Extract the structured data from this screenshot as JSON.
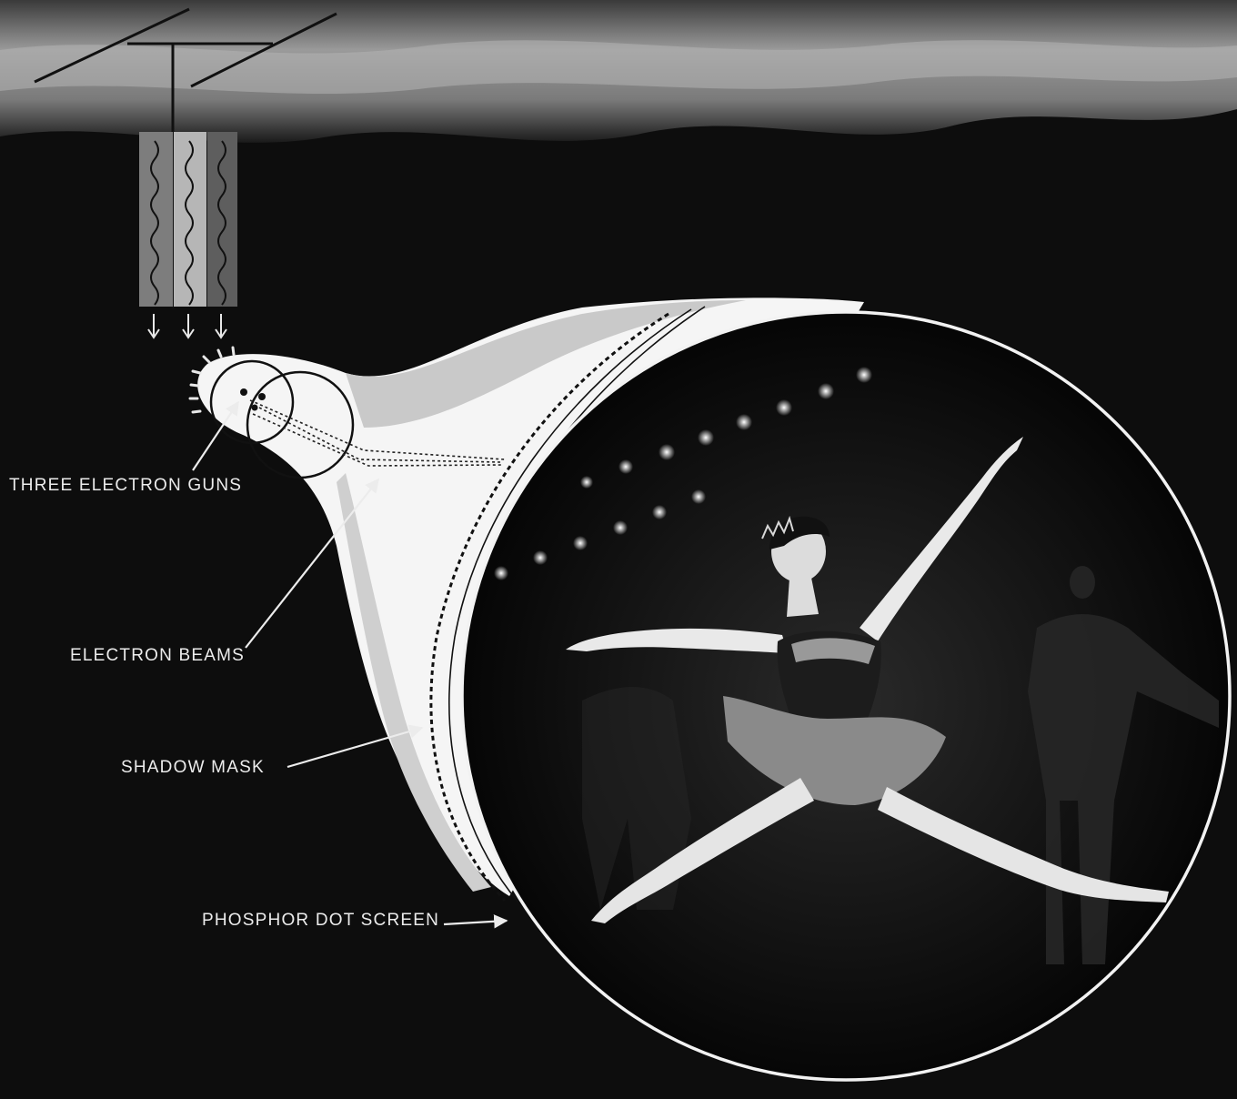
{
  "labels": {
    "electron_guns": "THREE ELECTRON GUNS",
    "electron_beams": "ELECTRON BEAMS",
    "shadow_mask": "SHADOW MASK",
    "phosphor_screen": "PHOSPHOR DOT SCREEN"
  },
  "colors": {
    "background": "#0d0d0d",
    "sky_band": "#8f8f8f",
    "tube_white": "#f5f5f5",
    "tube_gray": "#c9c9c9",
    "label_text": "#ececec"
  },
  "icons": {
    "antenna": "tv-antenna-icon",
    "signal_arrows": "down-arrow-icon"
  }
}
